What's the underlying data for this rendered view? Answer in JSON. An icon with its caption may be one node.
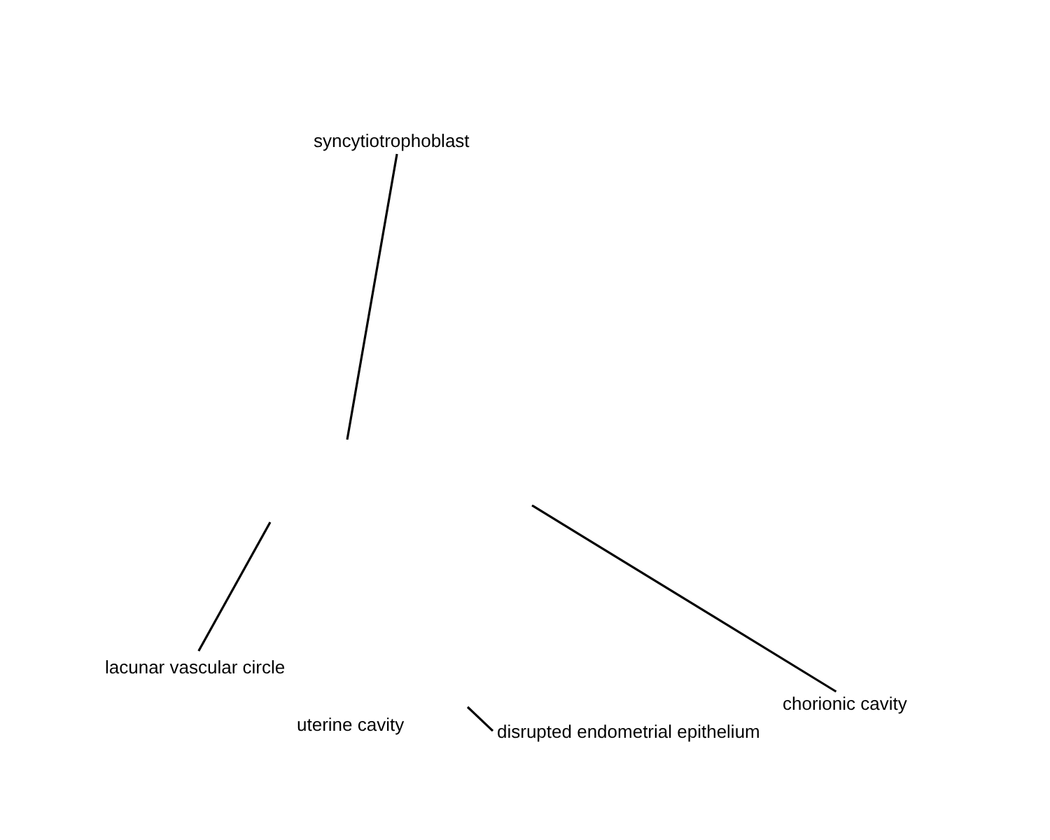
{
  "diagram": {
    "nodes": [
      {
        "text": [
          "syncytiotrophoblast"
        ]
      },
      {
        "text": [
          "lacunar vascular circle"
        ]
      },
      {
        "text": [
          "chorionic cavity"
        ]
      },
      {
        "text": [
          "disrupted endometrial epithelium"
        ]
      }
    ],
    "edges": [
      {
        "from": 0,
        "to": null,
        "arrow": "none"
      },
      {
        "from": 1,
        "to": null,
        "arrow": "none"
      },
      {
        "from": 2,
        "to": null,
        "arrow": "none"
      },
      {
        "from": 3,
        "to": null,
        "arrow": "none"
      }
    ],
    "labels": [
      "uterine cavity"
    ]
  }
}
